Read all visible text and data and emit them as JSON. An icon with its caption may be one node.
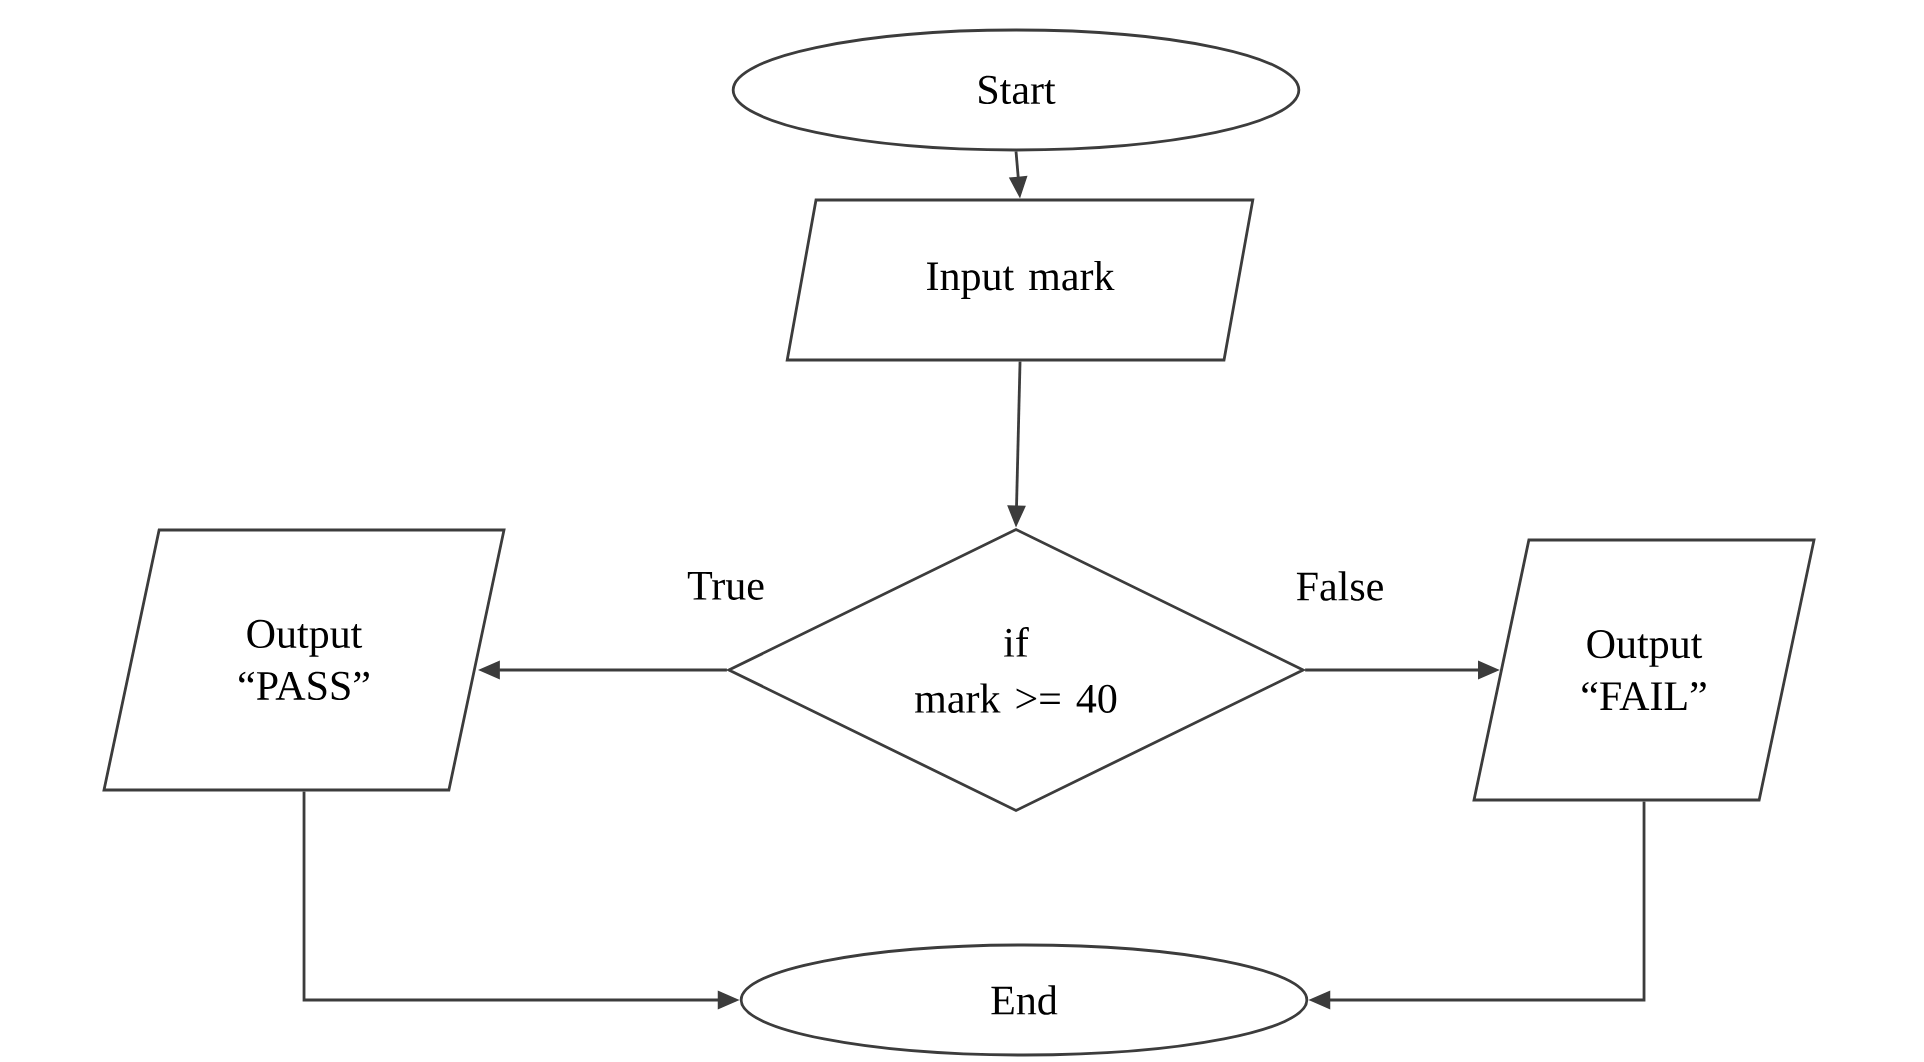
{
  "diagram": {
    "nodes": [
      {
        "text": [
          "Start"
        ]
      },
      {
        "text": [
          "Input mark"
        ]
      },
      {
        "text": [
          "if",
          "mark >= 40"
        ]
      },
      {
        "text": [
          "Output “PASS”"
        ]
      },
      {
        "text": [
          "Output “FAIL”"
        ]
      },
      {
        "text": [
          "End"
        ]
      }
    ],
    "edges": [
      {
        "from": 0,
        "to": 1,
        "arrow": "to"
      },
      {
        "from": 1,
        "to": 2,
        "arrow": "to"
      },
      {
        "from": 2,
        "to": 3,
        "arrow": "to",
        "label": "True"
      },
      {
        "from": 2,
        "to": 4,
        "arrow": "to",
        "label": "False"
      },
      {
        "from": 3,
        "to": 5,
        "arrow": "to"
      },
      {
        "from": 4,
        "to": 5,
        "arrow": "to"
      }
    ]
  }
}
